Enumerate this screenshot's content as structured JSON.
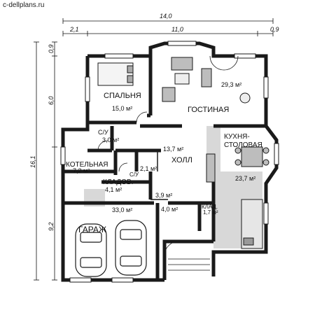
{
  "site": "c-dellplans.ru",
  "dimensions": {
    "total_width": "14,0",
    "seg_left": "2,1",
    "seg_mid": "11,0",
    "seg_right": "0,9",
    "total_height": "16,1",
    "h_top": "0,9",
    "h_mid": "6,0",
    "h_bottom": "9,2"
  },
  "rooms": {
    "living": {
      "name": "ГОСТИНАЯ",
      "area": "29,3 м²"
    },
    "bedroom": {
      "name": "СПАЛЬНЯ",
      "area": "15,0 м²"
    },
    "bath1": {
      "name": "С/У",
      "area": "3,0 м²"
    },
    "hall": {
      "name": "ХОЛЛ",
      "area": "13,7 м²"
    },
    "kitchen": {
      "name": "КУХНЯ-\nСТОЛОВАЯ",
      "name1": "КУХНЯ-",
      "name2": "СТОЛОВАЯ",
      "area": "23,7 м²"
    },
    "boiler": {
      "name": "КОТЕЛЬНАЯ",
      "area": "7,2 м²"
    },
    "bath2": {
      "name": "С/У",
      "area": "2,1 м²"
    },
    "storage": {
      "name": "КЛАДОВ.",
      "area": "4,1 м²"
    },
    "corridor": {
      "area": "3,9 м²"
    },
    "garage": {
      "name": "ГАРАЖ",
      "area": "33,0 м²"
    },
    "vestibule": {
      "area": "4,0 м²"
    },
    "pantry": {
      "name": "КЛАД.",
      "area": "1,7 м²"
    }
  },
  "colors": {
    "wall": "#1a1a1a",
    "floor": "#ffffff",
    "tile": "#cfcfcf",
    "dim": "#111111"
  }
}
